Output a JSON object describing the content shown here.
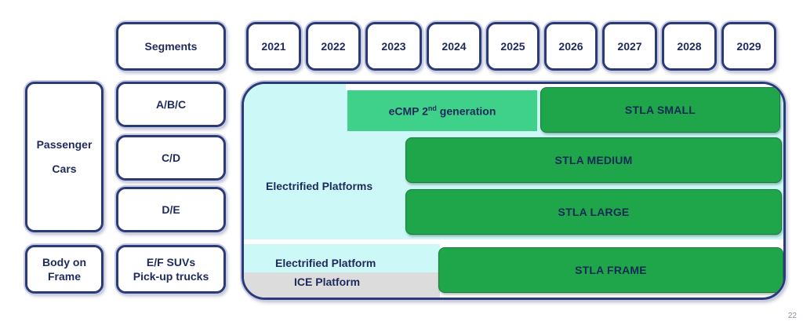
{
  "segments_header": "Segments",
  "years": [
    "2021",
    "2022",
    "2023",
    "2024",
    "2025",
    "2026",
    "2027",
    "2028",
    "2029"
  ],
  "categories": {
    "passenger_cars": "Passenger\nCars",
    "body_on_frame": "Body on\nFrame"
  },
  "segments": {
    "abc": "A/B/C",
    "cd": "C/D",
    "de": "D/E",
    "ef": "E/F SUVs\nPick-up trucks"
  },
  "platforms": {
    "electrified_platforms": "Electrified Platforms",
    "electrified_platform": "Electrified Platform",
    "ice_platform": "ICE Platform",
    "ecmp_prefix": "eCMP 2",
    "ecmp_sup": "nd",
    "ecmp_suffix": " generation",
    "stla_small": "STLA SMALL",
    "stla_medium": "STLA MEDIUM",
    "stla_large": "STLA LARGE",
    "stla_frame": "STLA FRAME"
  },
  "page_number": "22",
  "colors": {
    "border": "#2b3a78",
    "text": "#1f2a5c",
    "stla_green": "#20a64a",
    "ecmp_green": "#3fd08a",
    "light_cyan": "#ccf8f8",
    "ice_gray": "#dcdcdc"
  }
}
